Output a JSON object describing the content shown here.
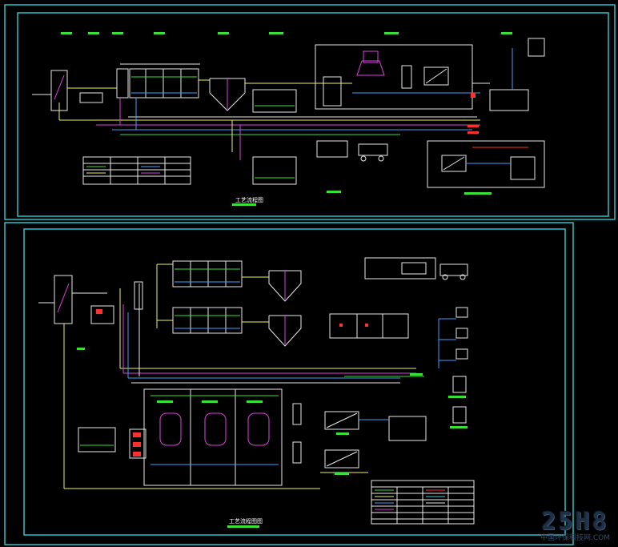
{
  "colors": {
    "background": "#000000",
    "frame": "#2fd0d6",
    "line_white": "#e8e8e8",
    "line_yellow": "#f0f060",
    "line_magenta": "#e040e0",
    "line_blue": "#3ea0ff",
    "line_green": "#38e038",
    "line_red": "#ff3030",
    "line_cyan": "#2fd0d6"
  },
  "drawing_top": {
    "title": "工艺流程图"
  },
  "drawing_bottom": {
    "title": "工艺流程图图"
  },
  "watermark": {
    "logo": "25H8",
    "text": "中国环保科技网.COM"
  }
}
